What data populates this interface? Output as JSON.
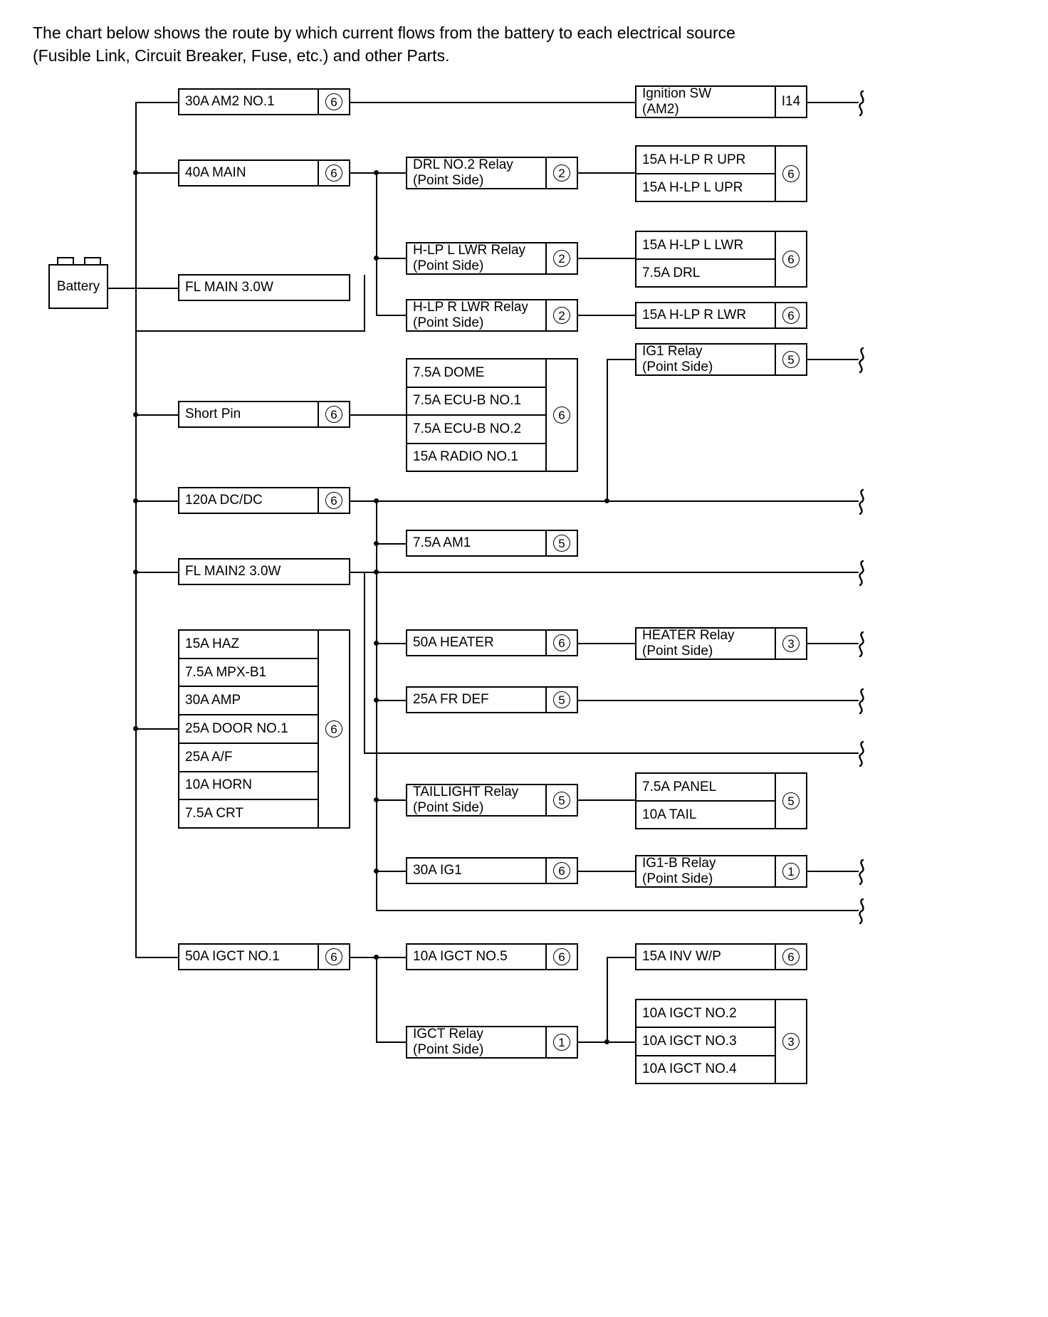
{
  "intro": {
    "text": "The chart below shows the route by which current flows from the battery to each electrical source\n(Fusible Link, Circuit Breaker, Fuse, etc.) and other Parts."
  },
  "battery": {
    "label": "Battery"
  },
  "nodes": {
    "am2_no1": {
      "label": "30A AM2 NO.1",
      "code": "6"
    },
    "main40": {
      "label": "40A MAIN",
      "code": "6"
    },
    "fl_main": {
      "label": "FL MAIN 3.0W",
      "code": ""
    },
    "short_pin": {
      "label": "Short Pin",
      "code": "6"
    },
    "dcdc120": {
      "label": "120A DC/DC",
      "code": "6"
    },
    "fl_main2": {
      "label": "FL MAIN2 3.0W",
      "code": ""
    },
    "igct_no1": {
      "label": "50A IGCT NO.1",
      "code": "6"
    },
    "drl_no2_relay": {
      "label": "DRL NO.2 Relay\n(Point Side)",
      "code": "2"
    },
    "hlp_l_lwr_relay": {
      "label": "H-LP L LWR Relay\n(Point Side)",
      "code": "2"
    },
    "hlp_r_lwr_relay": {
      "label": "H-LP R LWR Relay\n(Point Side)",
      "code": "2"
    },
    "am1": {
      "label": "7.5A AM1",
      "code": "5"
    },
    "heater50": {
      "label": "50A HEATER",
      "code": "6"
    },
    "fr_def25": {
      "label": "25A FR DEF",
      "code": "5"
    },
    "taillight_relay": {
      "label": "TAILLIGHT Relay\n(Point Side)",
      "code": "5"
    },
    "ig1_30a": {
      "label": "30A IG1",
      "code": "6"
    },
    "igct_no5": {
      "label": "10A IGCT NO.5",
      "code": "6"
    },
    "igct_relay": {
      "label": "IGCT Relay\n(Point Side)",
      "code": "1"
    },
    "ignition_sw": {
      "label": "Ignition SW\n(AM2)",
      "code": "I14",
      "code_style": "plain"
    },
    "hlp_r_lwr15": {
      "label": "15A H-LP R LWR",
      "code": "6"
    },
    "ig1_relay": {
      "label": "IG1 Relay\n(Point Side)",
      "code": "5"
    },
    "heater_relay": {
      "label": "HEATER Relay\n(Point Side)",
      "code": "3"
    },
    "ig1b_relay": {
      "label": "IG1-B Relay\n(Point Side)",
      "code": "1"
    },
    "inv_wp": {
      "label": "15A INV W/P",
      "code": "6"
    }
  },
  "stacks": {
    "hlp_upr": {
      "rows": [
        "15A H-LP R UPR",
        "15A H-LP L UPR"
      ],
      "code": "6"
    },
    "hlp_drl": {
      "rows": [
        "15A H-LP L LWR",
        "7.5A DRL"
      ],
      "code": "6"
    },
    "dome_blk": {
      "rows": [
        "7.5A DOME",
        "7.5A ECU-B NO.1",
        "7.5A ECU-B NO.2",
        "15A RADIO NO.1"
      ],
      "code": "6"
    },
    "haz_blk": {
      "rows": [
        "15A HAZ",
        "7.5A MPX-B1",
        "30A AMP",
        "25A DOOR NO.1",
        "25A A/F",
        "10A HORN",
        "7.5A CRT"
      ],
      "code": "6"
    },
    "panel_blk": {
      "rows": [
        "7.5A PANEL",
        "10A TAIL"
      ],
      "code": "5"
    },
    "igct_blk": {
      "rows": [
        "10A IGCT NO.2",
        "10A IGCT NO.3",
        "10A IGCT NO.4"
      ],
      "code": "3"
    }
  },
  "chart_data": {
    "type": "diagram",
    "title": "Power source current-flow chart (battery to electrical sources)",
    "root": "Battery",
    "edges": [
      {
        "from": "Battery",
        "to": "FL MAIN 3.0W"
      },
      {
        "from": "FL MAIN 3.0W",
        "to": "30A AM2 NO.1"
      },
      {
        "from": "FL MAIN 3.0W",
        "to": "40A MAIN"
      },
      {
        "from": "FL MAIN 3.0W",
        "to": "Short Pin"
      },
      {
        "from": "FL MAIN 3.0W",
        "to": "120A DC/DC"
      },
      {
        "from": "FL MAIN 3.0W",
        "to": "FL MAIN2 3.0W"
      },
      {
        "from": "FL MAIN 3.0W",
        "to": "25A DOOR NO.1 block"
      },
      {
        "from": "FL MAIN 3.0W",
        "to": "50A IGCT NO.1"
      },
      {
        "from": "30A AM2 NO.1",
        "to": "Ignition SW (AM2)"
      },
      {
        "from": "40A MAIN",
        "to": "DRL NO.2 Relay (Point Side)"
      },
      {
        "from": "40A MAIN",
        "to": "H-LP L LWR Relay (Point Side)"
      },
      {
        "from": "40A MAIN",
        "to": "H-LP R LWR Relay (Point Side)"
      },
      {
        "from": "DRL NO.2 Relay (Point Side)",
        "to": "15A H-LP R UPR / 15A H-LP L UPR"
      },
      {
        "from": "H-LP L LWR Relay (Point Side)",
        "to": "15A H-LP L LWR / 7.5A DRL"
      },
      {
        "from": "H-LP R LWR Relay (Point Side)",
        "to": "15A H-LP R LWR"
      },
      {
        "from": "Short Pin",
        "to": "7.5A DOME / 7.5A ECU-B NO.1 / 7.5A ECU-B NO.2 / 15A RADIO NO.1"
      },
      {
        "from": "120A DC/DC",
        "to": "IG1 Relay (Point Side)"
      },
      {
        "from": "120A DC/DC",
        "to": "7.5A AM1"
      },
      {
        "from": "120A DC/DC",
        "to": "50A HEATER"
      },
      {
        "from": "120A DC/DC",
        "to": "25A FR DEF"
      },
      {
        "from": "120A DC/DC",
        "to": "TAILLIGHT Relay (Point Side)"
      },
      {
        "from": "120A DC/DC",
        "to": "30A IG1"
      },
      {
        "from": "FL MAIN2 3.0W",
        "to": "continuation"
      },
      {
        "from": "50A HEATER",
        "to": "HEATER Relay (Point Side)"
      },
      {
        "from": "TAILLIGHT Relay (Point Side)",
        "to": "7.5A PANEL / 10A TAIL"
      },
      {
        "from": "30A IG1",
        "to": "IG1-B Relay (Point Side)"
      },
      {
        "from": "50A IGCT NO.1",
        "to": "10A IGCT NO.5"
      },
      {
        "from": "50A IGCT NO.1",
        "to": "IGCT Relay (Point Side)"
      },
      {
        "from": "IGCT Relay (Point Side)",
        "to": "15A INV W/P"
      },
      {
        "from": "IGCT Relay (Point Side)",
        "to": "10A IGCT NO.2 / 10A IGCT NO.3 / 10A IGCT NO.4"
      }
    ]
  }
}
